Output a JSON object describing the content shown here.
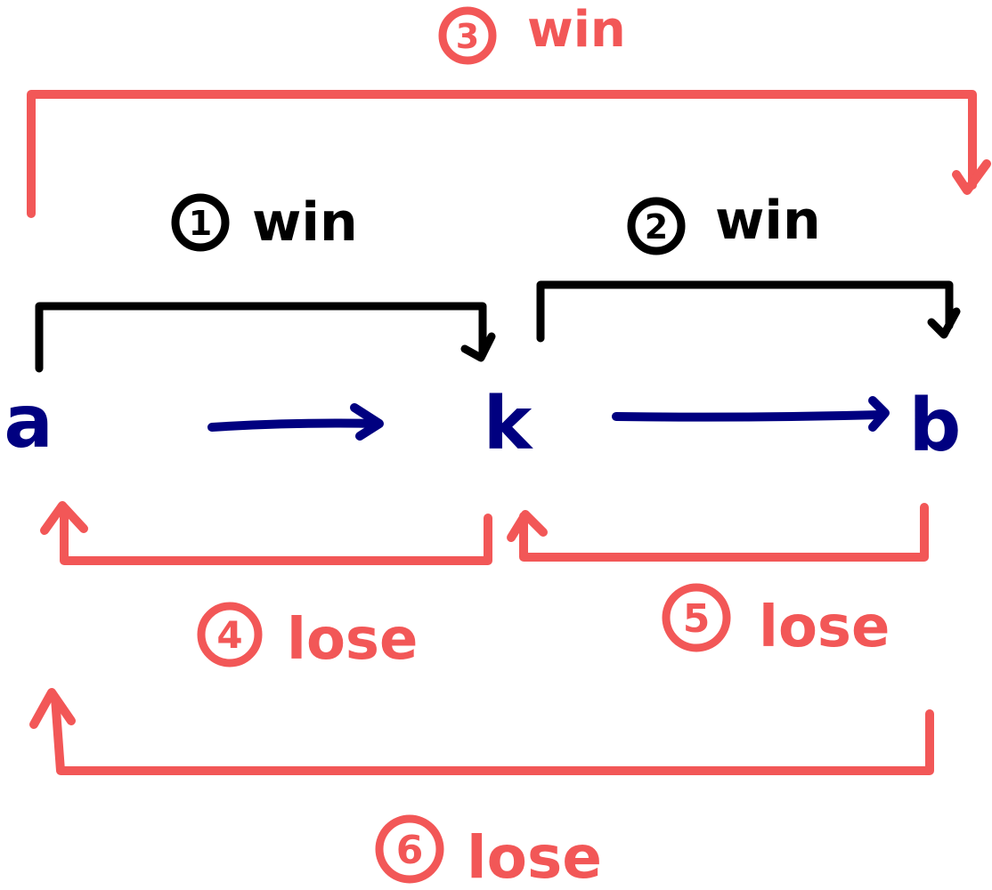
{
  "nodes": {
    "a": "a",
    "k": "k",
    "b": "b"
  },
  "edges": {
    "e1": {
      "num": "1",
      "word": "win"
    },
    "e2": {
      "num": "2",
      "word": "win"
    },
    "e3": {
      "num": "3",
      "word": "win"
    },
    "e4": {
      "num": "4",
      "word": "lose"
    },
    "e5": {
      "num": "5",
      "word": "lose"
    },
    "e6": {
      "num": "6",
      "word": "lose"
    }
  },
  "colors": {
    "win_lose_outer": "#f25757",
    "inner_win": "#000000",
    "sequence_arrow": "#000080"
  }
}
